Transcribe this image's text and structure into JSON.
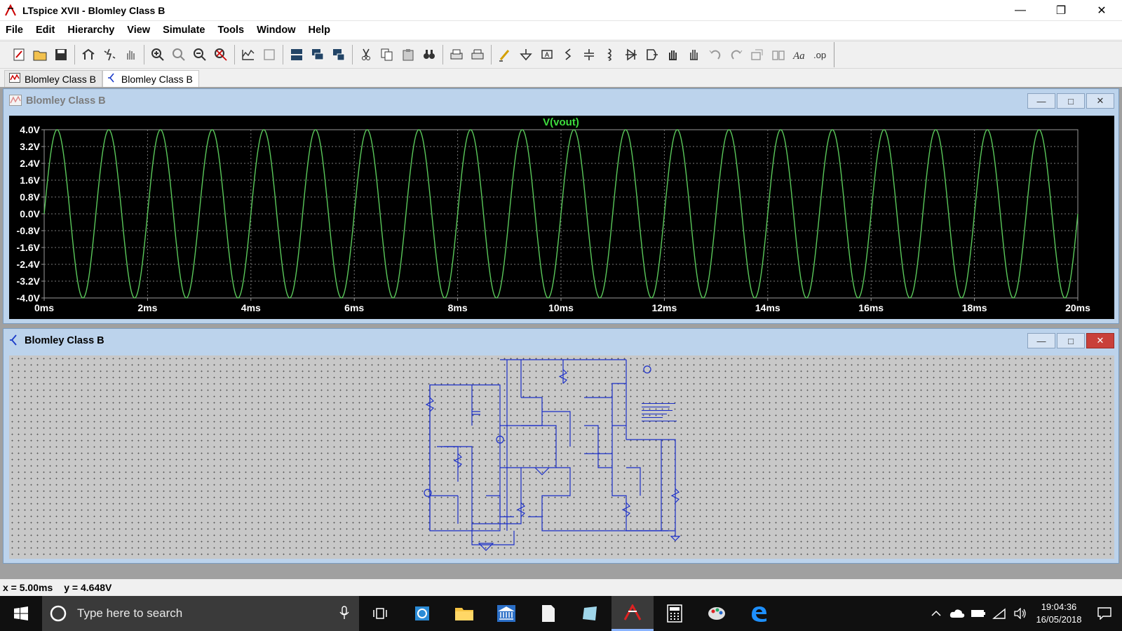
{
  "window": {
    "title": "LTspice XVII - Blomley Class B"
  },
  "menu": [
    "File",
    "Edit",
    "Hierarchy",
    "View",
    "Simulate",
    "Tools",
    "Window",
    "Help"
  ],
  "toolbar": {
    "icons": [
      "new-schematic-icon",
      "open-icon",
      "save-icon",
      "sep",
      "control-panel-icon",
      "run-icon",
      "halt-icon",
      "sep",
      "zoom-in-icon",
      "zoom-full-icon",
      "zoom-out-icon",
      "zoom-cancel-icon",
      "sep",
      "autorange-icon",
      "fit-icon",
      "sep",
      "tile-horizontal-icon",
      "cascade-icon",
      "tile-vertical-icon",
      "sep",
      "cut-icon",
      "copy-icon",
      "paste-icon",
      "find-icon",
      "sep",
      "print-icon",
      "print-setup-icon",
      "sep",
      "draw-wire-icon",
      "ground-icon",
      "label-net-icon",
      "resistor-icon",
      "capacitor-icon",
      "inductor-icon",
      "diode-icon",
      "component-icon",
      "move-icon",
      "drag-icon",
      "undo-icon",
      "redo-icon",
      "rotate-icon",
      "mirror-icon",
      "text-icon",
      "spice-directive-icon"
    ]
  },
  "tabs": [
    {
      "label": "Blomley Class B",
      "type": "waveform",
      "active": false
    },
    {
      "label": "Blomley Class B",
      "type": "schematic",
      "active": true
    }
  ],
  "waveform_window": {
    "title": "Blomley Class B"
  },
  "schematic_window": {
    "title": "Blomley Class B"
  },
  "chart_data": {
    "type": "line",
    "title": "V(vout)",
    "series": [
      {
        "name": "V(vout)",
        "color": "#5ac85a",
        "frequency_hz": 1000,
        "amplitude_v": 4.0,
        "phase": "sine starting at 0V rising"
      }
    ],
    "x_ticks": [
      "0ms",
      "2ms",
      "4ms",
      "6ms",
      "8ms",
      "10ms",
      "12ms",
      "14ms",
      "16ms",
      "18ms",
      "20ms"
    ],
    "y_ticks": [
      "4.0V",
      "3.2V",
      "2.4V",
      "1.6V",
      "0.8V",
      "0.0V",
      "-0.8V",
      "-1.6V",
      "-2.4V",
      "-3.2V",
      "-4.0V"
    ],
    "xlim_ms": [
      0,
      20
    ],
    "ylim_v": [
      -4.0,
      4.0
    ],
    "grid": true
  },
  "status": {
    "x": "x = 5.00ms",
    "y": "y = 4.648V"
  },
  "taskbar": {
    "search_placeholder": "Type here to search",
    "time": "19:04:36",
    "date": "16/05/2018"
  }
}
